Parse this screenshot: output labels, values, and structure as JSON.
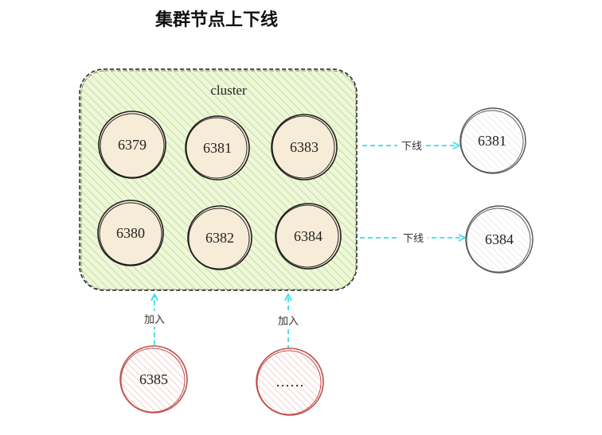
{
  "title": "集群节点上下线",
  "cluster": {
    "label": "cluster",
    "nodes": [
      {
        "label": "6379"
      },
      {
        "label": "6381"
      },
      {
        "label": "6383"
      },
      {
        "label": "6380"
      },
      {
        "label": "6382"
      },
      {
        "label": "6384"
      }
    ]
  },
  "offline": {
    "edge_label": "下线",
    "nodes": [
      {
        "label": "6381"
      },
      {
        "label": "6384"
      }
    ]
  },
  "joining": {
    "edge_label": "加入",
    "nodes": [
      {
        "label": "6385"
      },
      {
        "label": "……"
      }
    ]
  },
  "colors": {
    "cluster_fill": "#e4f2c8",
    "cluster_hatch": "#c6e08e",
    "node_fill": "#f7ecd7",
    "node_stroke": "#1e1e1e",
    "offline_stroke": "#555555",
    "offline_hatch": "#e6e6e6",
    "joining_stroke": "#c0504d",
    "joining_fill": "#fbe3e3",
    "arrow": "#35e0e8"
  }
}
